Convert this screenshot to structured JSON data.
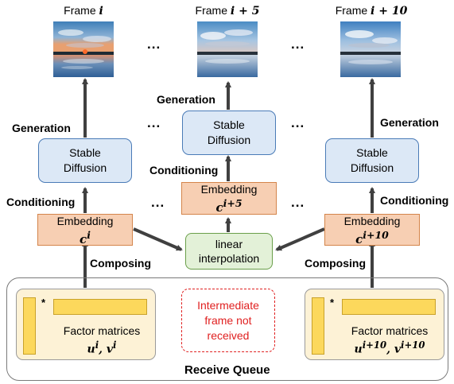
{
  "frames": [
    {
      "title_prefix": "Frame ",
      "title_math": "i"
    },
    {
      "title_prefix": "Frame ",
      "title_math": "i + 5"
    },
    {
      "title_prefix": "Frame ",
      "title_math": "i + 10"
    }
  ],
  "ellipsis": "...",
  "labels": {
    "generation": "Generation",
    "conditioning": "Conditioning",
    "composing": "Composing"
  },
  "stable_diffusion": {
    "line1": "Stable",
    "line2": "Diffusion"
  },
  "embedding": {
    "label": "Embedding",
    "left_math": "c",
    "left_sup": "i",
    "mid_math": "c",
    "mid_sup": "i+5",
    "right_math": "c",
    "right_sup": "i+10"
  },
  "linear_interpolation": {
    "line1": "linear",
    "line2": "interpolation"
  },
  "factor_left": {
    "star": "*",
    "title": "Factor matrices",
    "math": "u",
    "math_sup": "i",
    "math_sep": ", ",
    "math2": "v",
    "math2_sup": "i"
  },
  "factor_right": {
    "star": "*",
    "title": "Factor matrices",
    "math": "u",
    "math_sup": "i+10",
    "math_sep": ", ",
    "math2": "v",
    "math2_sup": "i+10"
  },
  "intermediate": {
    "line1": "Intermediate",
    "line2": "frame not",
    "line3": "received"
  },
  "receive_queue": "Receive Queue",
  "colors": {
    "sd_fill": "#dce8f6",
    "sd_border": "#4a7bb7",
    "emb_fill": "#f7cfb3",
    "emb_border": "#d4854b",
    "lin_fill": "#e3f1d8",
    "lin_border": "#6a9f4a",
    "factor_fill": "#fdf2d6",
    "matrix_yellow": "#fcd85c",
    "intermediate_red": "#e02020",
    "arrow": "#404040"
  }
}
